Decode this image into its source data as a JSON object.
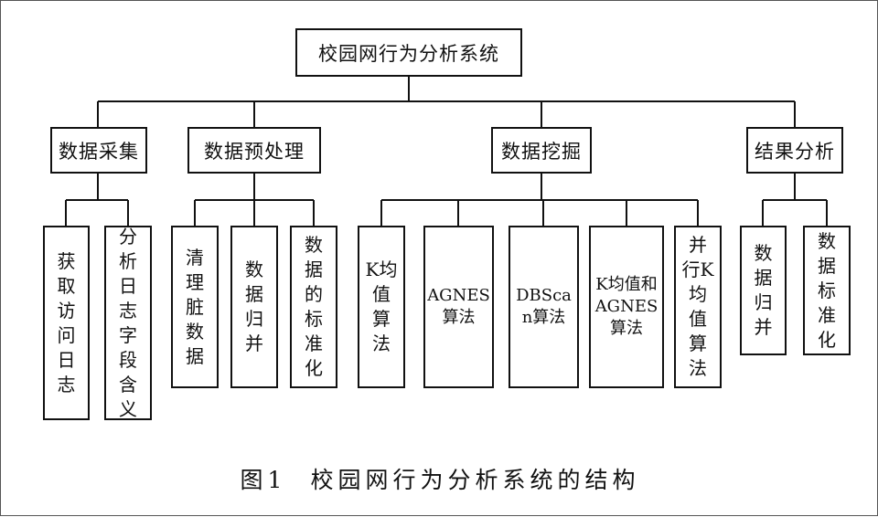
{
  "root": "校园网行为分析系统",
  "categories": [
    {
      "label": "数据采集",
      "children": [
        "获取访问日志",
        "分析日志字段含义"
      ]
    },
    {
      "label": "数据预处理",
      "children": [
        "清理脏数据",
        "数据归并",
        "数据的标准化"
      ]
    },
    {
      "label": "数据挖掘",
      "children": [
        "K均值算法",
        "AGNES算法",
        "DBScan算法",
        "K均值和AGNES算法",
        "并行K均值算法"
      ]
    },
    {
      "label": "结果分析",
      "children": [
        "数据归并",
        "数据标准化"
      ]
    }
  ],
  "caption": {
    "number": "图1",
    "title": "校园网行为分析系统的结构"
  }
}
